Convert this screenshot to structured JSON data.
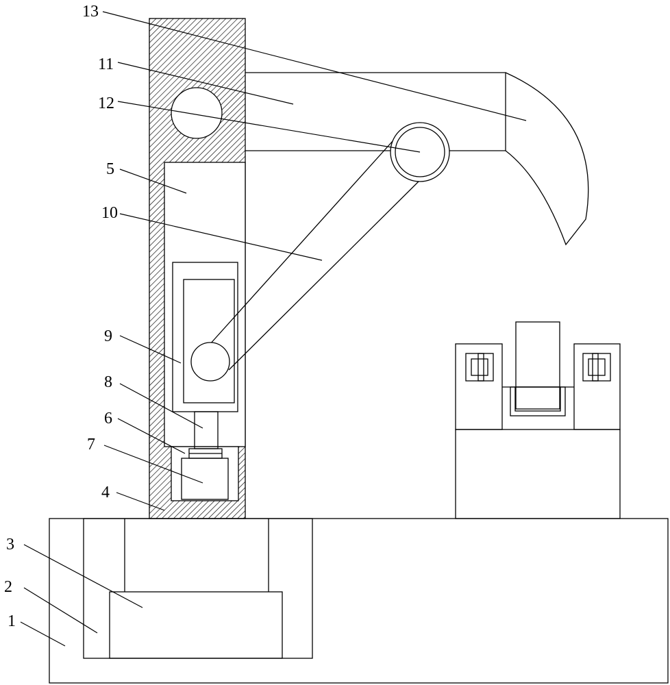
{
  "labels": {
    "l1": "1",
    "l2": "2",
    "l3": "3",
    "l4": "4",
    "l5": "5",
    "l6": "6",
    "l7": "7",
    "l8": "8",
    "l9": "9",
    "l10": "10",
    "l11": "11",
    "l12": "12",
    "l13": "13"
  },
  "colors": {
    "stroke": "#000000",
    "background": "#ffffff",
    "hatch": "#000000"
  }
}
